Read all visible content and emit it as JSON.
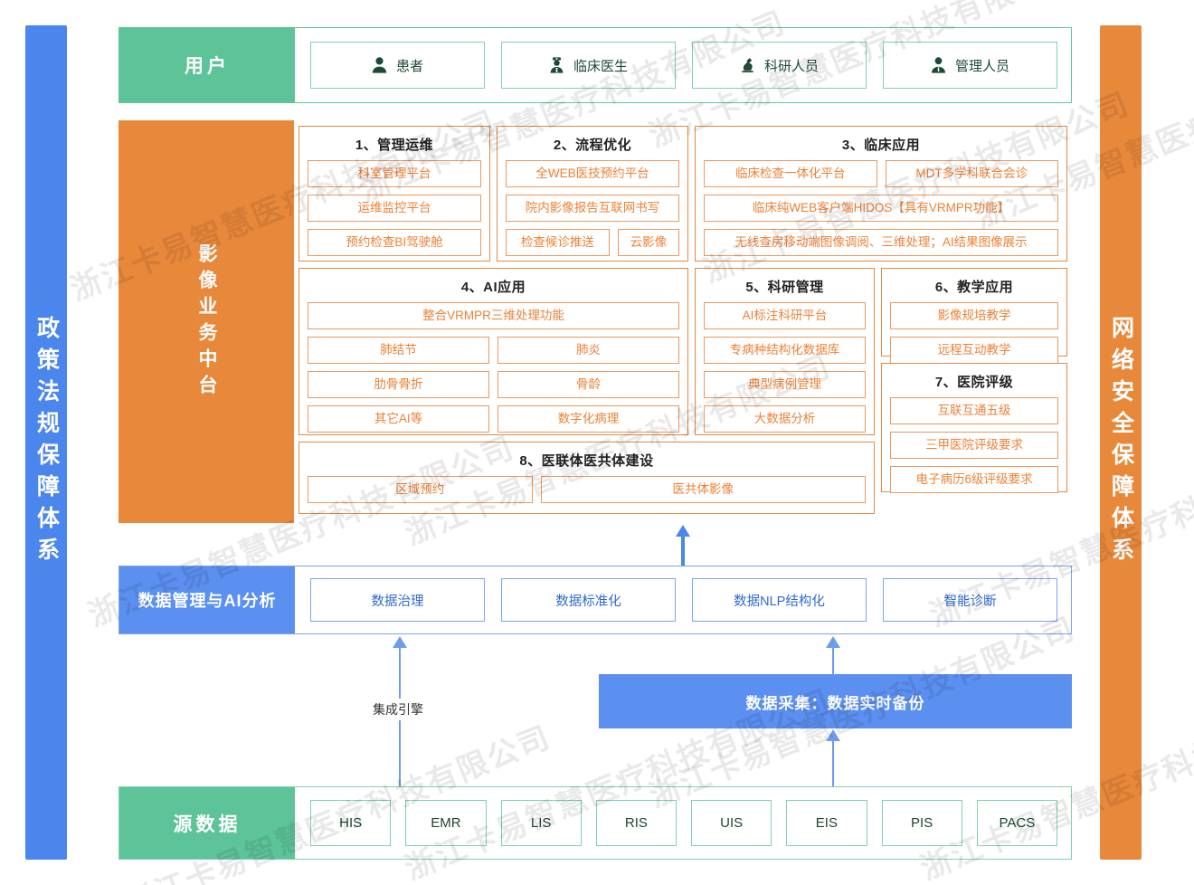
{
  "bands": {
    "left": {
      "label": "政策法规保障体系",
      "color": "#4a86ec"
    },
    "right": {
      "label": "网络安全保障体系",
      "color": "#e8883a"
    }
  },
  "watermark": {
    "text": "浙江卡易智慧医疗科技有限公司"
  },
  "user_row": {
    "label": "用户",
    "color": "#5dc398",
    "items": [
      {
        "icon": "patient-icon",
        "label": "患者"
      },
      {
        "icon": "doctor-icon",
        "label": "临床医生"
      },
      {
        "icon": "microscope-icon",
        "label": "科研人员"
      },
      {
        "icon": "manager-icon",
        "label": "管理人员"
      }
    ]
  },
  "middle": {
    "label": "影像业务中台",
    "color": "#e8883a",
    "groups": [
      {
        "title": "1、管理运维",
        "rows": [
          [
            "科室管理平台"
          ],
          [
            "运维监控平台"
          ],
          [
            "预约检查BI驾驶舱"
          ]
        ]
      },
      {
        "title": "2、流程优化",
        "rows": [
          [
            "全WEB医技预约平台"
          ],
          [
            "院内影像报告互联网书写"
          ],
          [
            "检查候诊推送",
            "云影像"
          ]
        ]
      },
      {
        "title": "3、临床应用",
        "rows": [
          [
            "临床检查一体化平台",
            "MDT多学科联合会诊"
          ],
          [
            "临床纯WEB客户端HIDOS【具有VRMPR功能】"
          ],
          [
            "无线查房移动端图像调阅、三维处理；AI结果图像展示"
          ]
        ]
      },
      {
        "title": "4、AI应用",
        "rows": [
          [
            "整合VRMPR三维处理功能"
          ],
          [
            "肺结节",
            "肺炎"
          ],
          [
            "肋骨骨折",
            "骨龄"
          ],
          [
            "其它AI等",
            "数字化病理"
          ]
        ]
      },
      {
        "title": "5、科研管理",
        "rows": [
          [
            "AI标注科研平台"
          ],
          [
            "专病种结构化数据库"
          ],
          [
            "典型病例管理"
          ],
          [
            "大数据分析"
          ]
        ]
      },
      {
        "title": "6、教学应用",
        "rows": [
          [
            "影像规培教学"
          ],
          [
            "远程互动教学"
          ]
        ]
      },
      {
        "title": "7、医院评级",
        "rows": [
          [
            "互联互通五级"
          ],
          [
            "三甲医院评级要求"
          ],
          [
            "电子病历6级评级要求"
          ]
        ]
      },
      {
        "title": "8、医联体医共体建设",
        "rows": [
          [
            "区域预约",
            "医共体影像"
          ]
        ]
      }
    ]
  },
  "data_mgmt": {
    "label": "数据管理与AI分析",
    "color": "#5b8ff0",
    "items": [
      "数据治理",
      "数据标准化",
      "数据NLP结构化",
      "智能诊断"
    ]
  },
  "collect": {
    "label": "数据采集：数据实时备份",
    "color": "#5b8ff0"
  },
  "engine": {
    "label": "集成引擎"
  },
  "source_row": {
    "label": "源数据",
    "color": "#5dc398",
    "items": [
      "HIS",
      "EMR",
      "LIS",
      "RIS",
      "UIS",
      "EIS",
      "PIS",
      "PACS"
    ]
  }
}
